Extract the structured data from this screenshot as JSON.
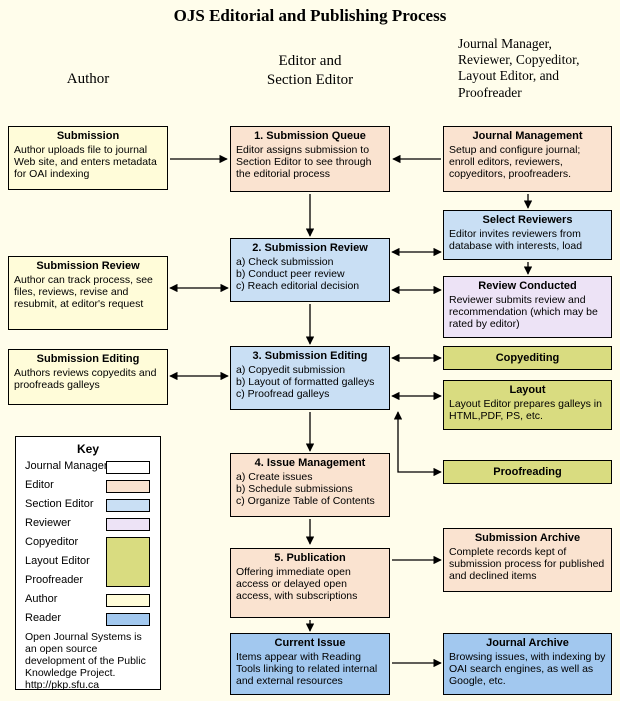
{
  "title": "OJS Editorial and Publishing Process",
  "headers": {
    "author": "Author",
    "editor": "Editor and\nSection Editor",
    "staff": "Journal Manager,\nReviewer, Copyeditor,\nLayout Editor, and\nProofreader"
  },
  "boxes": {
    "submission": {
      "title": "Submission",
      "body": "Author uploads file to journal Web site, and enters metadata for OAI indexing"
    },
    "author_review": {
      "title": "Submission Review",
      "body": "Author can track process, see files, reviews, revise and resubmit, at editor's request"
    },
    "author_editing": {
      "title": "Submission Editing",
      "body": "Authors reviews copyedits and proofreads galleys"
    },
    "queue": {
      "title": "1. Submission Queue",
      "body": "Editor assigns submission to Section Editor to see through the editorial process"
    },
    "review": {
      "title": "2. Submission Review",
      "body": "a) Check submission\nb) Conduct peer review\nc) Reach editorial decision"
    },
    "editing": {
      "title": "3. Submission Editing",
      "body": "a) Copyedit submission\nb) Layout of formatted galleys\nc) Proofread galleys"
    },
    "issue": {
      "title": "4. Issue Management",
      "body": "a) Create issues\nb) Schedule submissions\nc) Organize Table of Contents"
    },
    "publication": {
      "title": "5. Publication",
      "body": "Offering immediate open access or delayed open access, with subscriptions"
    },
    "current_issue": {
      "title": "Current Issue",
      "body": "Items appear with Reading Tools linking to related internal and external resources"
    },
    "journal_management": {
      "title": "Journal Management",
      "body": "Setup and configure journal; enroll editors, reviewers, copyeditors, proofreaders."
    },
    "select_reviewers": {
      "title": "Select Reviewers",
      "body": "Editor invites reviewers from database with interests, load"
    },
    "review_conducted": {
      "title": "Review Conducted",
      "body": "Reviewer submits review and recommendation (which may be rated by editor)"
    },
    "copyediting": {
      "title": "Copyediting"
    },
    "layout": {
      "title": "Layout",
      "body": "Layout Editor prepares galleys in HTML,PDF, PS, etc."
    },
    "proofreading": {
      "title": "Proofreading"
    },
    "submission_archive": {
      "title": "Submission Archive",
      "body": "Complete records kept of submission process for published and declined items"
    },
    "journal_archive": {
      "title": "Journal Archive",
      "body": "Browsing issues, with indexing by OAI search engines, as well as Google, etc."
    }
  },
  "key": {
    "title": "Key",
    "entries": [
      {
        "label": "Journal Manager",
        "color": "#FFFFFF"
      },
      {
        "label": "Editor",
        "color": "#FAE3D0"
      },
      {
        "label": "Section Editor",
        "color": "#C9DFF4"
      },
      {
        "label": "Reviewer",
        "color": "#EDE3F6"
      },
      {
        "label": "Copyeditor",
        "color": "#D9DC80"
      },
      {
        "label": "Layout Editor",
        "color": "#D9DC80"
      },
      {
        "label": "Proofreader",
        "color": "#D9DC80"
      },
      {
        "label": "Author",
        "color": "#FFFCD9"
      },
      {
        "label": "Reader",
        "color": "#A2C8EF"
      }
    ],
    "note": "Open Journal Systems is an open source development of the Public Knowledge Project.",
    "url": "http://pkp.sfu.ca"
  },
  "colors": {
    "background": "#FFFDEB",
    "editor_peach": "#FAE3D0",
    "section_editor_blue": "#C9DFF4",
    "reviewer_lavender": "#EDE3F6",
    "copyeditor_olive": "#D9DC80",
    "author_cream": "#FFFCD9",
    "reader_blue": "#A2C8EF",
    "journal_manager_white": "#FFFFFF",
    "border": "#000000"
  }
}
